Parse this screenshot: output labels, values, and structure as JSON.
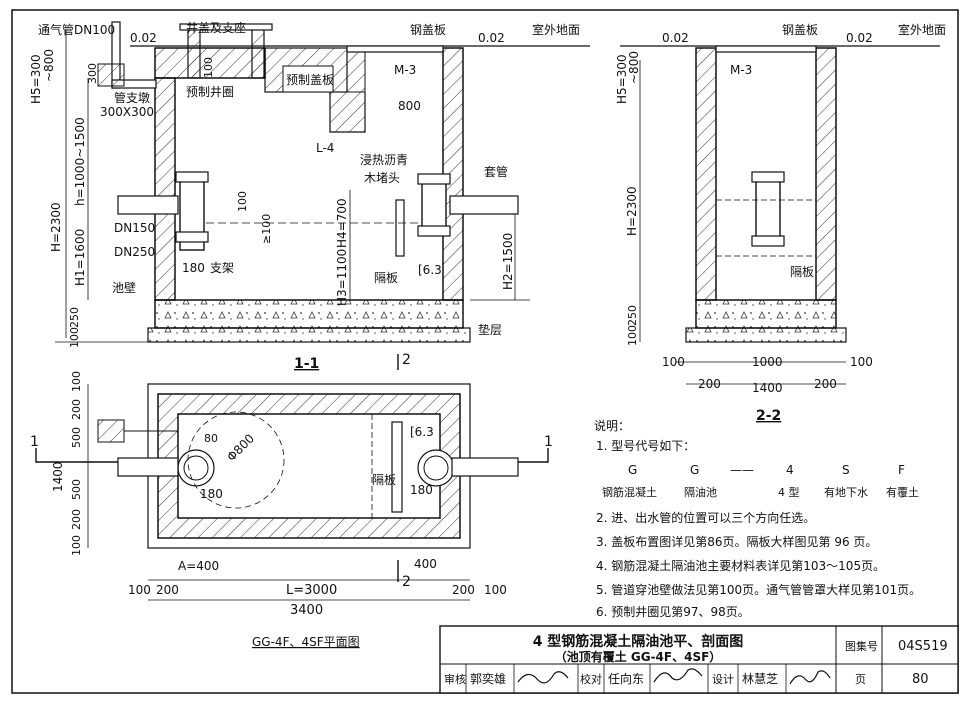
{
  "section_1_1": {
    "labels": {
      "vent_pipe": "通气管DN100",
      "elev_top_left": "0.02",
      "well_cover": "井盖及支座",
      "steel_cover_left": "钢盖板",
      "elev_top_mid": "0.02",
      "outdoor_ground_left": "室外地面",
      "h5": "H5=300",
      "h5b": "~800",
      "dim_300": "300",
      "pipe_pier": "管支墩",
      "pipe_pier_size": "300X300",
      "dim_100_well": "100",
      "precast_ring": "预制井圈",
      "precast_cover": "预制盖板",
      "m3": "M-3",
      "dim_800": "800",
      "l4": "L-4",
      "asphalt_plug_1": "浸热沥青",
      "asphalt_plug_2": "木堵头",
      "sleeve": "套管",
      "h_total": "H=2300",
      "h_range": "h=1000~1500",
      "h1": "H1=1600",
      "dn150": "DN150",
      "dn250": "DN250",
      "dim_100_a": "100",
      "dim_gte100": "≥100",
      "h4": "H4=700",
      "h3": "H3=1100",
      "h2": "H2=1500",
      "dim_180": "180",
      "bracket": "支架",
      "partition": "隔板",
      "channel": "[6.3",
      "pool_wall": "池壁",
      "dim_250": "250",
      "dim_100_bottom": "100",
      "cushion": "垫层",
      "title": "1-1"
    }
  },
  "section_2_2": {
    "labels": {
      "elev_left": "0.02",
      "steel_cover": "钢盖板",
      "elev_right": "0.02",
      "outdoor_ground": "室外地面",
      "h5": "H5=300",
      "h5b": "~800",
      "m3": "M-3",
      "h_total": "H=2300",
      "partition": "隔板",
      "dim_250": "250",
      "dim_100": "100",
      "dim_100_l": "100",
      "dim_1000": "1000",
      "dim_100_r": "100",
      "dim_200_l": "200",
      "dim_1400": "1400",
      "dim_200_r": "200",
      "title": "2-2"
    }
  },
  "plan": {
    "labels": {
      "cut_1_left": "1",
      "cut_1_right": "1",
      "cut_2_top": "2",
      "cut_2_bottom": "2",
      "dim_100_top": "100",
      "dim_200_a": "200",
      "dim_500_a": "500",
      "dim_1400": "1400",
      "dim_500_b": "500",
      "dim_200_b": "200",
      "dim_100_bot": "100",
      "dim_80": "80",
      "phi800": "Φ800",
      "dim_180_l": "180",
      "channel": "[6.3",
      "partition": "隔板",
      "dim_180_r": "180",
      "a_400": "A=400",
      "dim_400": "400",
      "dim_100_l": "100",
      "dim_200_l": "200",
      "l_3000": "L=3000",
      "dim_200_r": "200",
      "dim_100_r": "100",
      "dim_3400": "3400",
      "title": "GG-4F、4SF平面图"
    }
  },
  "notes": {
    "heading": "说明：",
    "n1": "1. 型号代号如下：",
    "codes": [
      "G",
      "G",
      "——",
      "4",
      "S",
      "F"
    ],
    "code_meanings": [
      "钢筋混凝土",
      "隔油池",
      "4 型",
      "有地下水",
      "有覆土"
    ],
    "n2": "2. 进、出水管的位置可以三个方向任选。",
    "n3": "3. 盖板布置图详见第86页。隔板大样图见第 96 页。",
    "n4": "4. 钢筋混凝土隔油池主要材料表详见第103～105页。",
    "n5": "5. 管道穿池壁做法见第100页。通气管管罩大样见第101页。",
    "n6": "6. 预制井圈见第97、98页。"
  },
  "title_block": {
    "title": "4 型钢筋混凝土隔油池平、剖面图",
    "subtitle": "（池顶有覆土 GG-4F、4SF）",
    "atlas_label": "图集号",
    "atlas_no": "04S519",
    "review_label": "审核",
    "reviewer": "郭奕雄",
    "check_label": "校对",
    "checker": "任向东",
    "design_label": "设计",
    "designer": "林慧芝",
    "page_label": "页",
    "page_no": "80"
  }
}
